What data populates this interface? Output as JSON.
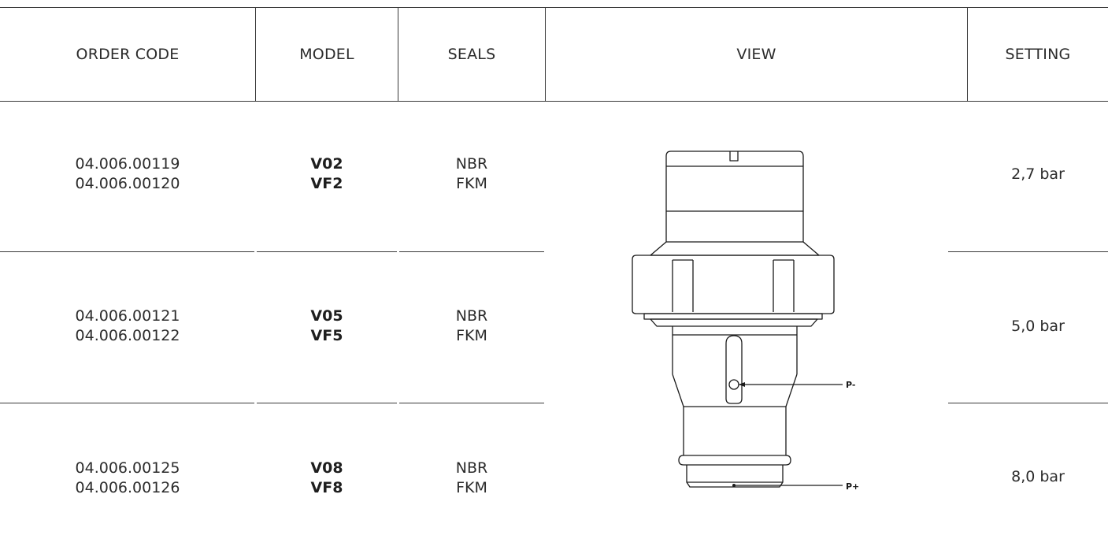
{
  "header": {
    "order_code": "ORDER CODE",
    "model": "MODEL",
    "seals": "SEALS",
    "view": "VIEW",
    "setting": "SETTING"
  },
  "rows": [
    {
      "codes": [
        "04.006.00119",
        "04.006.00120"
      ],
      "models": [
        "V02",
        "VF2"
      ],
      "seals": [
        "NBR",
        "FKM"
      ],
      "setting": "2,7 bar"
    },
    {
      "codes": [
        "04.006.00121",
        "04.006.00122"
      ],
      "models": [
        "V05",
        "VF5"
      ],
      "seals": [
        "NBR",
        "FKM"
      ],
      "setting": "5,0 bar"
    },
    {
      "codes": [
        "04.006.00125",
        "04.006.00126"
      ],
      "models": [
        "V08",
        "VF8"
      ],
      "seals": [
        "NBR",
        "FKM"
      ],
      "setting": "8,0 bar"
    }
  ],
  "drawing": {
    "port_minus": "P-",
    "port_plus": "P+"
  }
}
